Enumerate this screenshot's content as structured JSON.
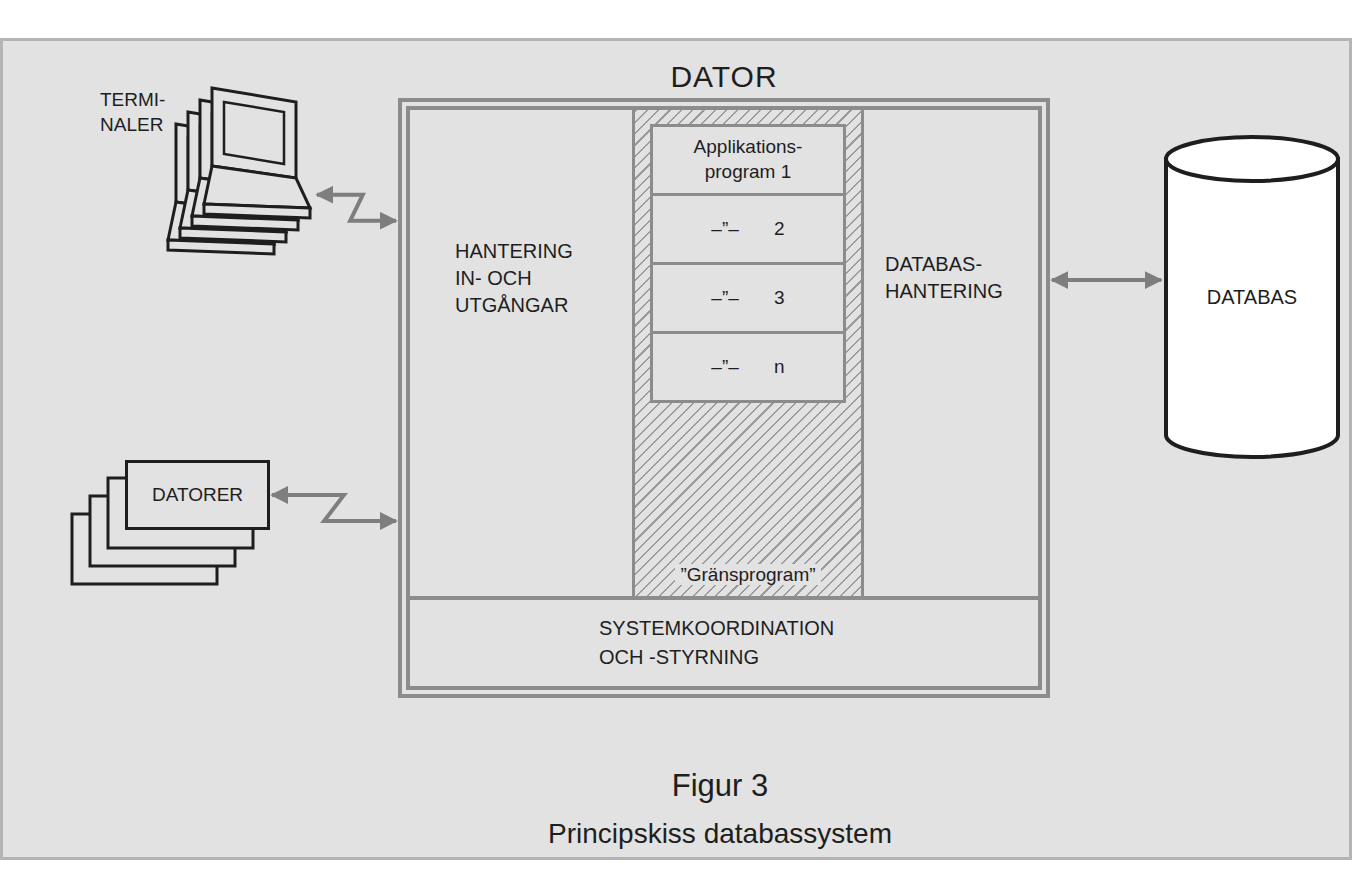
{
  "diagram": {
    "caption": "Principskiss databassystem",
    "nodes": [
      {
        "text": [
          "DATOR"
        ]
      },
      {
        "text": [
          "HANTERING IN- OCH UTGÅNGAR"
        ],
        "in": 0
      },
      {
        "text": [
          "”Gränsprogram”"
        ],
        "in": 0
      },
      {
        "text": [
          "Applikations- program 1"
        ],
        "in": 2
      },
      {
        "text": [
          "–”– 2"
        ],
        "in": 2
      },
      {
        "text": [
          "–”– 3"
        ],
        "in": 2
      },
      {
        "text": [
          "–”– n"
        ],
        "in": 2
      },
      {
        "text": [
          "DATABAS- HANTERING"
        ],
        "in": 0
      },
      {
        "text": [
          "SYSTEMKOORDINATION OCH -STYRNING"
        ],
        "in": 0
      },
      {
        "text": [
          "DATABAS"
        ]
      },
      {
        "text": [
          "TERMI- NALER"
        ]
      },
      {
        "text": [
          "DATORER"
        ]
      }
    ],
    "edges": [
      {
        "from": 10,
        "to": 1,
        "arrow": "both"
      },
      {
        "from": 11,
        "to": 1,
        "arrow": "both"
      },
      {
        "from": 7,
        "to": 9,
        "arrow": "both"
      }
    ],
    "labels": [
      "Figur 3"
    ]
  }
}
